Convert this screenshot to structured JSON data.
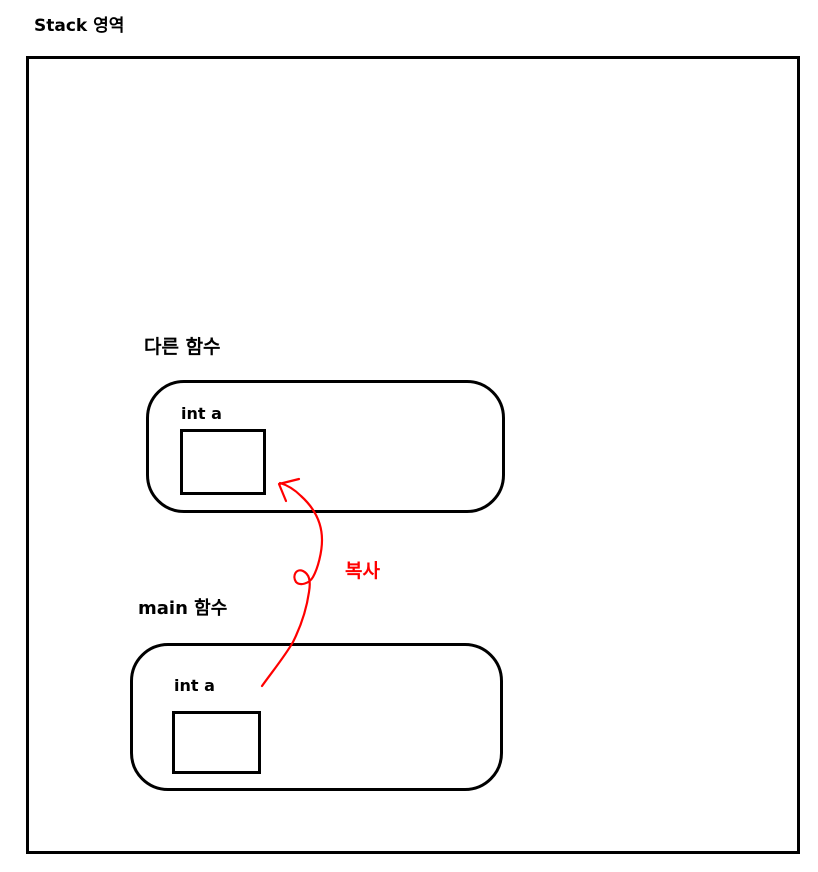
{
  "title": "Stack 영역",
  "other_function": {
    "label": "다른 함수",
    "variable": "int a"
  },
  "main_function": {
    "label": "main 함수",
    "variable": "int a"
  },
  "arrow": {
    "label": "복사",
    "color": "#ff0000"
  }
}
